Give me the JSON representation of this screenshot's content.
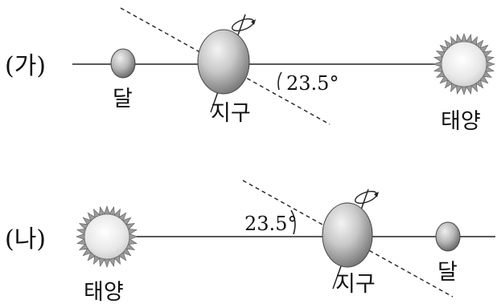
{
  "panels": [
    {
      "label": "(가)",
      "moon_label": "달",
      "earth_label": "지구",
      "sun_label": "태양",
      "angle_label": "23.5°"
    },
    {
      "label": "(나)",
      "moon_label": "달",
      "earth_label": "지구",
      "sun_label": "태양",
      "angle_label": "23.5°"
    }
  ],
  "colors": {
    "line": "#222222",
    "body_outline": "#444444",
    "sun_glow": "#9a9a9a"
  }
}
